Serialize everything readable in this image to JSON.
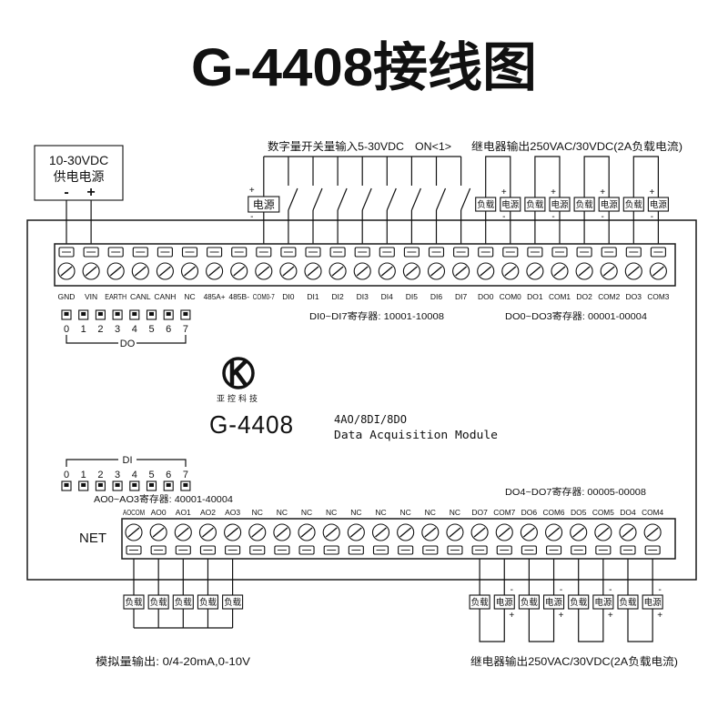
{
  "title": "G-4408接线图",
  "power_supply": {
    "voltage": "10-30VDC",
    "label": "供电电源",
    "minus": "-",
    "plus": "+"
  },
  "top_wiring": {
    "di_header": "数字量开关量输入5-30VDC",
    "di_switch_state": "ON<1>",
    "do_header": "继电器输出250VAC/30VDC(2A负载电流)"
  },
  "symbols": {
    "source": "电源",
    "load": "负载",
    "plus": "+",
    "minus": "-"
  },
  "top_terminals": [
    "GND",
    "VIN",
    "EARTH",
    "CANL",
    "CANH",
    "NC",
    "485A+",
    "485B-",
    "COM0-7",
    "DI0",
    "DI1",
    "DI2",
    "DI3",
    "DI4",
    "DI5",
    "DI6",
    "DI7",
    "DO0",
    "COM0",
    "DO1",
    "COM1",
    "DO2",
    "COM2",
    "DO3",
    "COM3"
  ],
  "bottom_terminals": [
    "AOCOM",
    "AO0",
    "AO1",
    "AO2",
    "AO3",
    "NC",
    "NC",
    "NC",
    "NC",
    "NC",
    "NC",
    "NC",
    "NC",
    "NC",
    "DO7",
    "COM7",
    "DO6",
    "COM6",
    "DO5",
    "COM5",
    "DO4",
    "COM4"
  ],
  "registers": {
    "di": "DI0~DI7寄存器: 10001-10008",
    "do_top": "DO0~DO3寄存器: 00001-00004",
    "ao": "AO0~AO3寄存器: 40001-40004",
    "do_bottom": "DO4~DO7寄存器: 00005-00008"
  },
  "dip_do": {
    "label": "DO",
    "positions": [
      "0",
      "1",
      "2",
      "3",
      "4",
      "5",
      "6",
      "7"
    ]
  },
  "dip_di": {
    "label": "DI",
    "positions": [
      "0",
      "1",
      "2",
      "3",
      "4",
      "5",
      "6",
      "7"
    ]
  },
  "module": {
    "logo_icon": "k-logo-icon",
    "brand": "亚控科技",
    "model": "G-4408",
    "io_spec": "4AO/8DI/8DO",
    "description": "Data Acquisition Module",
    "net_label": "NET"
  },
  "bottom_wiring": {
    "ao_note": "模拟量输出: 0/4-20mA,0-10V",
    "do_note": "继电器输出250VAC/30VDC(2A负载电流)"
  },
  "colors": {
    "ink": "#111111",
    "background": "#ffffff"
  }
}
